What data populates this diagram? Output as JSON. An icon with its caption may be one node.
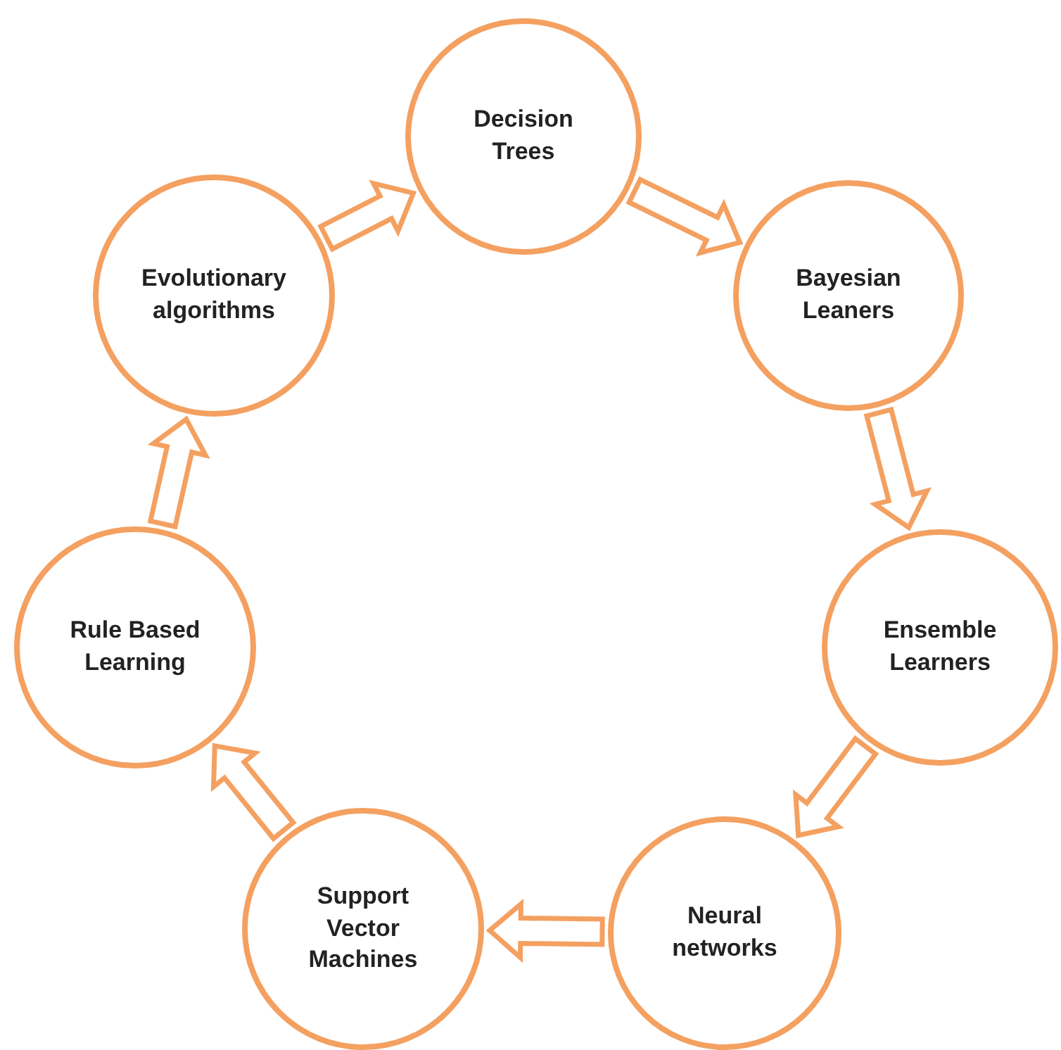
{
  "diagram": {
    "nodes": [
      {
        "text": [
          "Decision Trees"
        ]
      },
      {
        "text": [
          "Bayesian Leaners"
        ]
      },
      {
        "text": [
          "Ensemble Learners"
        ]
      },
      {
        "text": [
          "Neural networks"
        ]
      },
      {
        "text": [
          "Support Vector Machines"
        ]
      },
      {
        "text": [
          "Rule Based Learning"
        ]
      },
      {
        "text": [
          "Evolutionary algorithms"
        ]
      }
    ],
    "edges": [
      {
        "from": 0,
        "to": 1,
        "arrow": "to"
      },
      {
        "from": 1,
        "to": 2,
        "arrow": "to"
      },
      {
        "from": 2,
        "to": 3,
        "arrow": "to"
      },
      {
        "from": 3,
        "to": 4,
        "arrow": "to"
      },
      {
        "from": 4,
        "to": 5,
        "arrow": "to"
      },
      {
        "from": 5,
        "to": 6,
        "arrow": "to"
      },
      {
        "from": 6,
        "to": 0,
        "arrow": "to"
      }
    ]
  }
}
